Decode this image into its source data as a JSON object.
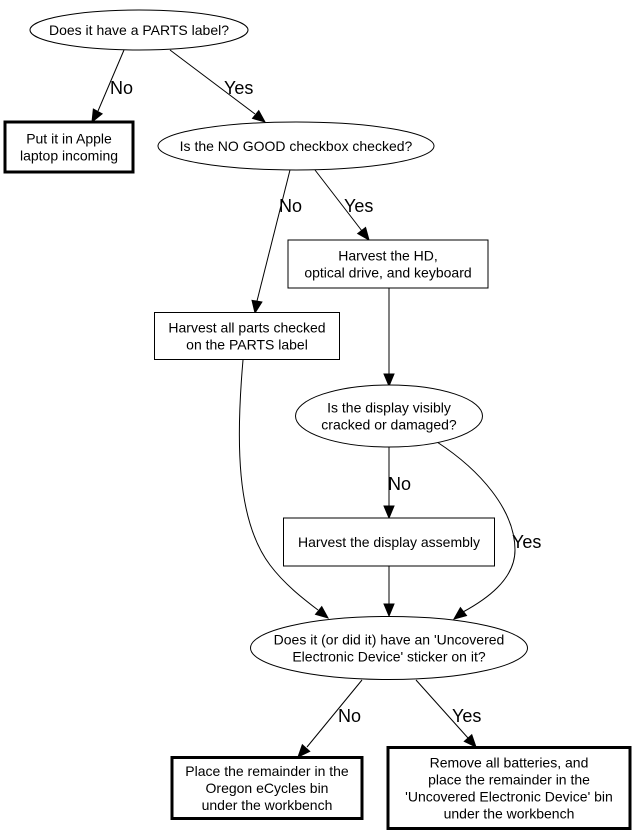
{
  "diagram": {
    "type": "flowchart",
    "nodes": [
      {
        "id": "parts_label",
        "shape": "ellipse",
        "bold": false,
        "lines": [
          "Does it have a PARTS label?"
        ]
      },
      {
        "id": "apple_incoming",
        "shape": "box",
        "bold": true,
        "lines": [
          "Put it in Apple",
          "laptop incoming"
        ]
      },
      {
        "id": "no_good",
        "shape": "ellipse",
        "bold": false,
        "lines": [
          "Is the NO GOOD checkbox checked?"
        ]
      },
      {
        "id": "harvest_hd",
        "shape": "box",
        "bold": false,
        "lines": [
          "Harvest the HD,",
          "optical drive, and keyboard"
        ]
      },
      {
        "id": "harvest_parts",
        "shape": "box",
        "bold": false,
        "lines": [
          "Harvest all parts checked",
          "on the PARTS label"
        ]
      },
      {
        "id": "display_cracked",
        "shape": "ellipse",
        "bold": false,
        "lines": [
          "Is the display visibly",
          "cracked or damaged?"
        ]
      },
      {
        "id": "harvest_display",
        "shape": "box",
        "bold": false,
        "lines": [
          "Harvest the display assembly"
        ]
      },
      {
        "id": "ued_sticker",
        "shape": "ellipse",
        "bold": false,
        "lines": [
          "Does it (or did it) have an 'Uncovered",
          "Electronic Device' sticker on it?"
        ]
      },
      {
        "id": "ecycles_bin",
        "shape": "box",
        "bold": true,
        "lines": [
          "Place the remainder in the",
          "Oregon eCycles bin",
          "under the workbench"
        ]
      },
      {
        "id": "ued_bin",
        "shape": "box",
        "bold": true,
        "lines": [
          "Remove all batteries, and",
          "place the remainder in the",
          "'Uncovered Electronic Device' bin",
          "under the workbench"
        ]
      }
    ],
    "edges": [
      {
        "from": "parts_label",
        "to": "apple_incoming",
        "label": "No"
      },
      {
        "from": "parts_label",
        "to": "no_good",
        "label": "Yes"
      },
      {
        "from": "no_good",
        "to": "harvest_parts",
        "label": "No"
      },
      {
        "from": "no_good",
        "to": "harvest_hd",
        "label": "Yes"
      },
      {
        "from": "harvest_hd",
        "to": "display_cracked",
        "label": ""
      },
      {
        "from": "harvest_parts",
        "to": "ued_sticker",
        "label": ""
      },
      {
        "from": "display_cracked",
        "to": "harvest_display",
        "label": "No"
      },
      {
        "from": "display_cracked",
        "to": "ued_sticker",
        "label": "Yes"
      },
      {
        "from": "harvest_display",
        "to": "ued_sticker",
        "label": ""
      },
      {
        "from": "ued_sticker",
        "to": "ecycles_bin",
        "label": "No"
      },
      {
        "from": "ued_sticker",
        "to": "ued_bin",
        "label": "Yes"
      }
    ]
  }
}
